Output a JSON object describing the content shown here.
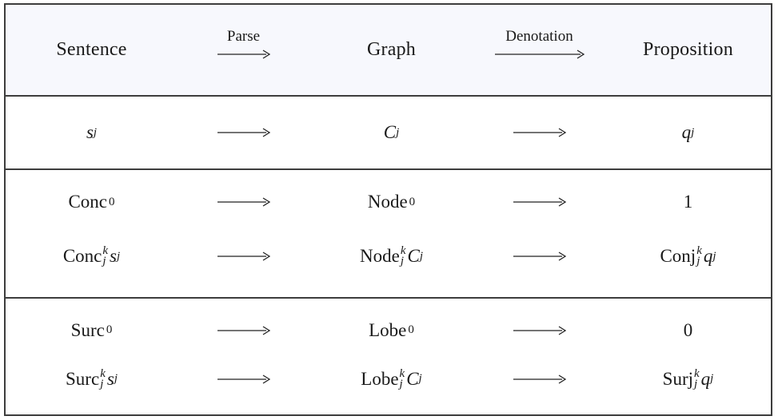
{
  "figure": {
    "colors": {
      "header_bg": "#f7f8fd",
      "border": "#3d3d3d",
      "text": "#1a1a1a",
      "page_bg": "#ffffff"
    },
    "header": {
      "sentence": "Sentence",
      "parse_label": "Parse",
      "graph": "Graph",
      "denotation_label": "Denotation",
      "proposition": "Proposition"
    },
    "sections": [
      {
        "rows": [
          {
            "sentence": [
              {
                "t": "txt",
                "v": "s",
                "it": true
              },
              {
                "t": "sub",
                "v": "j"
              }
            ],
            "graph": [
              {
                "t": "txt",
                "v": "C",
                "it": true
              },
              {
                "t": "sub",
                "v": "j"
              }
            ],
            "proposition": [
              {
                "t": "txt",
                "v": "q",
                "it": true
              },
              {
                "t": "sub",
                "v": "j"
              }
            ]
          }
        ]
      },
      {
        "rows": [
          {
            "sentence": [
              {
                "t": "txt",
                "v": "Conc"
              },
              {
                "t": "sup",
                "v": "0"
              }
            ],
            "graph": [
              {
                "t": "txt",
                "v": "Node"
              },
              {
                "t": "sup",
                "v": "0"
              }
            ],
            "proposition": [
              {
                "t": "txt",
                "v": "1"
              }
            ]
          },
          {
            "sentence": [
              {
                "t": "txt",
                "v": "Conc"
              },
              {
                "t": "stack",
                "sup": "k",
                "sub": "j"
              },
              {
                "t": "txt",
                "v": "s",
                "it": true
              },
              {
                "t": "sub",
                "v": "j"
              }
            ],
            "graph": [
              {
                "t": "txt",
                "v": "Node"
              },
              {
                "t": "stack",
                "sup": "k",
                "sub": "j"
              },
              {
                "t": "txt",
                "v": "C",
                "it": true
              },
              {
                "t": "sub",
                "v": "j"
              }
            ],
            "proposition": [
              {
                "t": "txt",
                "v": "Conj"
              },
              {
                "t": "stack",
                "sup": "k",
                "sub": "j"
              },
              {
                "t": "txt",
                "v": "q",
                "it": true
              },
              {
                "t": "sub",
                "v": "j"
              }
            ]
          }
        ]
      },
      {
        "rows": [
          {
            "sentence": [
              {
                "t": "txt",
                "v": "Surc"
              },
              {
                "t": "sup",
                "v": "0"
              }
            ],
            "graph": [
              {
                "t": "txt",
                "v": "Lobe"
              },
              {
                "t": "sup",
                "v": "0"
              }
            ],
            "proposition": [
              {
                "t": "txt",
                "v": "0"
              }
            ]
          },
          {
            "sentence": [
              {
                "t": "txt",
                "v": "Surc"
              },
              {
                "t": "stack",
                "sup": "k",
                "sub": "j"
              },
              {
                "t": "txt",
                "v": "s",
                "it": true
              },
              {
                "t": "sub",
                "v": "j"
              }
            ],
            "graph": [
              {
                "t": "txt",
                "v": "Lobe"
              },
              {
                "t": "stack",
                "sup": "k",
                "sub": "j"
              },
              {
                "t": "txt",
                "v": "C",
                "it": true
              },
              {
                "t": "sub",
                "v": "j"
              }
            ],
            "proposition": [
              {
                "t": "txt",
                "v": "Surj"
              },
              {
                "t": "stack",
                "sup": "k",
                "sub": "j"
              },
              {
                "t": "txt",
                "v": "q",
                "it": true
              },
              {
                "t": "sub",
                "v": "j"
              }
            ]
          }
        ]
      }
    ]
  }
}
